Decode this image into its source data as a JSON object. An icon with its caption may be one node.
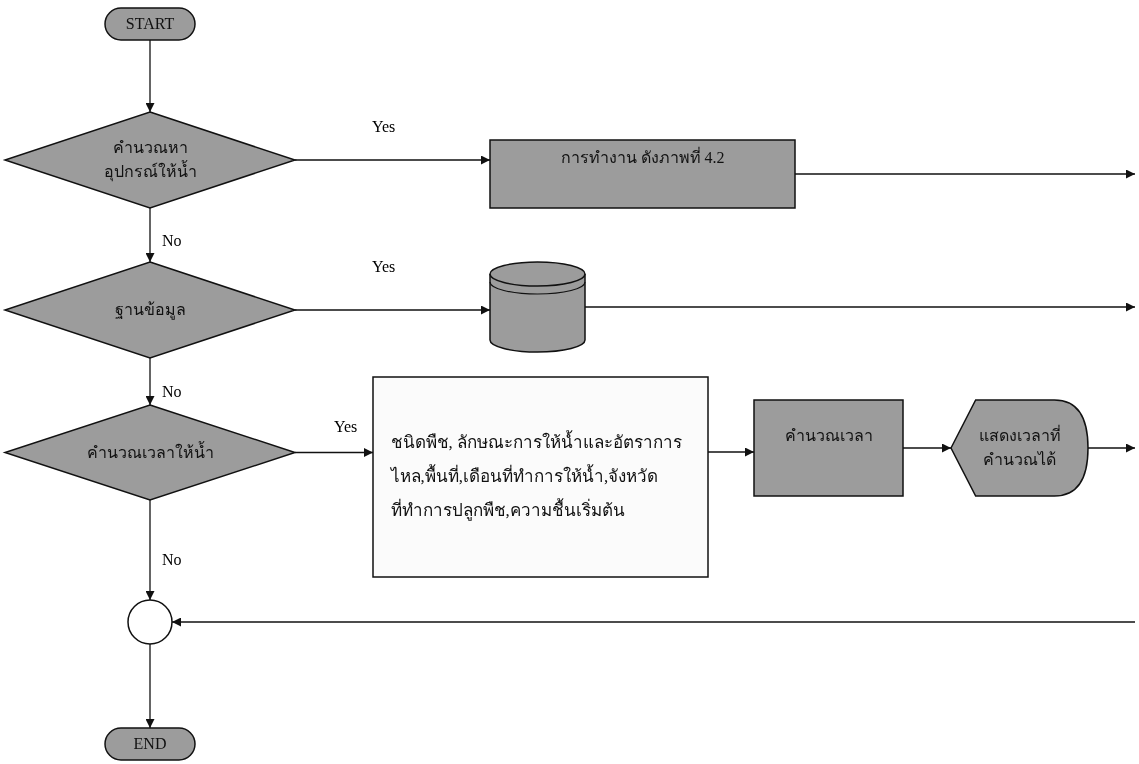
{
  "diagram": {
    "nodes": [
      {
        "text": [
          "START"
        ]
      },
      {
        "text": [
          "คำนวณหาอุปกรณ์ให้น้ำ"
        ]
      },
      {
        "text": [
          "การทำงาน ดังภาพที่ 4.2"
        ]
      },
      {
        "text": [
          "ฐานข้อมูล"
        ]
      },
      {
        "text": [],
        "shape": "cylinder"
      },
      {
        "text": [
          "คำนวณเวลาให้น้ำ"
        ]
      },
      {
        "text": [
          "ชนิดพืช, ลักษณะการให้น้ำและอัตราการไหล,พื้นที่,เดือนที่ทำการให้น้ำ,จังหวัดที่ทำการปลูกพืช,ความชื้นเริ่มต้น"
        ]
      },
      {
        "text": [
          "คำนวณเวลา"
        ]
      },
      {
        "text": [
          "แสดงเวลาที่คำนวณได้"
        ]
      },
      {
        "text": [],
        "shape": "circle"
      },
      {
        "text": [
          "END"
        ]
      }
    ],
    "edges": [
      {
        "from": 0,
        "to": 1,
        "arrow": "to"
      },
      {
        "from": 1,
        "to": 2,
        "arrow": "to",
        "label": "Yes"
      },
      {
        "from": 2,
        "to": null,
        "arrow": "to"
      },
      {
        "from": 1,
        "to": 3,
        "arrow": "to",
        "label": "No"
      },
      {
        "from": 3,
        "to": 4,
        "arrow": "to",
        "label": "Yes"
      },
      {
        "from": 4,
        "to": null,
        "arrow": "to"
      },
      {
        "from": 3,
        "to": 5,
        "arrow": "to",
        "label": "No"
      },
      {
        "from": 5,
        "to": 6,
        "arrow": "to",
        "label": "Yes"
      },
      {
        "from": 6,
        "to": 7,
        "arrow": "to"
      },
      {
        "from": 7,
        "to": 8,
        "arrow": "to"
      },
      {
        "from": 8,
        "to": null,
        "arrow": "to"
      },
      {
        "from": 5,
        "to": 9,
        "arrow": "to",
        "label": "No"
      },
      {
        "from": null,
        "to": 9,
        "arrow": "to"
      },
      {
        "from": 9,
        "to": 10,
        "arrow": "to"
      }
    ]
  }
}
